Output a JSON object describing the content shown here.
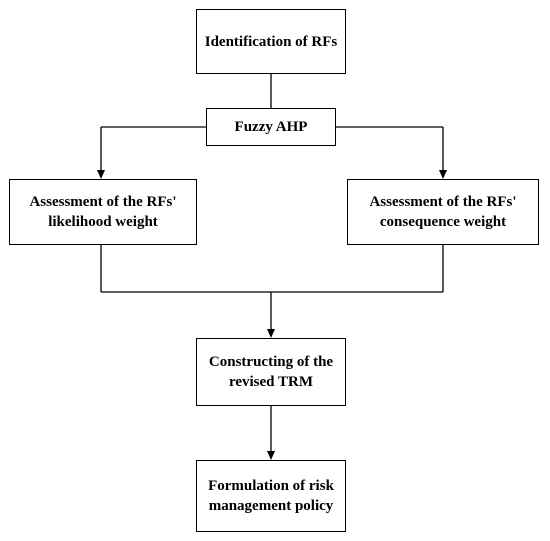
{
  "nodes": {
    "identification": "Identification of RFs",
    "fuzzy_ahp": "Fuzzy AHP",
    "likelihood": "Assessment of the RFs'\nlikelihood weight",
    "consequence": "Assessment of the RFs'\nconsequence weight",
    "constructing": "Constructing of the\nrevised TRM",
    "formulation": "Formulation of risk\nmanagement policy"
  }
}
